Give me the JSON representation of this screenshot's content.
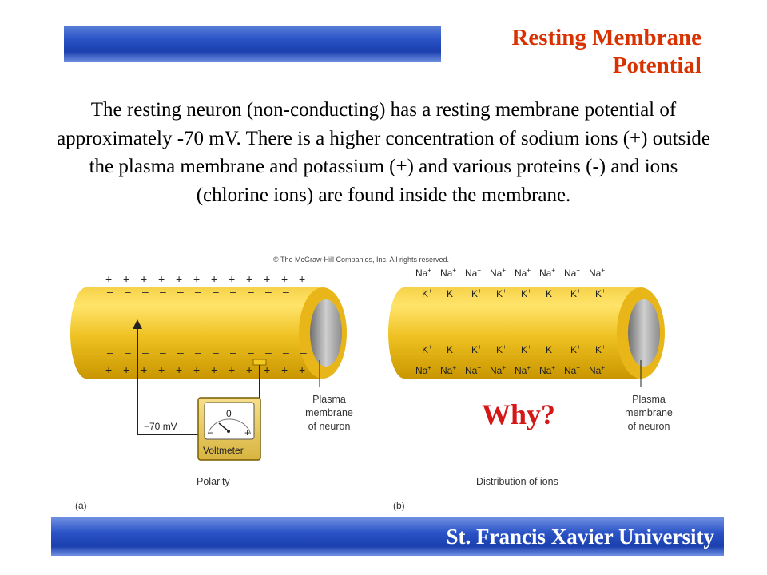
{
  "slide": {
    "title_line1": "Resting Membrane",
    "title_line2": "Potential",
    "body": "The resting neuron (non-conducting) has a resting membrane potential of approximately  -70 mV. There is a higher concentration of sodium ions (+) outside the plasma membrane and potassium (+) and various proteins (-) and ions (chlorine ions) are found inside the membrane.",
    "why_label": "Why?",
    "footer": "St. Francis Xavier University"
  },
  "figure": {
    "copyright": "© The McGraw-Hill Companies, Inc. All rights reserved.",
    "panel_a": {
      "letter": "(a)",
      "caption": "Polarity",
      "voltage_label": "−70 mV",
      "voltmeter_label": "Voltmeter",
      "dial_zero": "0",
      "dial_minus": "−",
      "dial_plus": "+",
      "plasma_label": [
        "Plasma",
        "membrane",
        "of neuron"
      ]
    },
    "panel_b": {
      "letter": "(b)",
      "caption": "Distribution of ions",
      "outside_ion": "Na",
      "inside_ion": "K",
      "plasma_label": [
        "Plasma",
        "membrane",
        "of neuron"
      ]
    }
  },
  "colors": {
    "title": "#d83200",
    "why": "#d41818",
    "bar_blue": "#2a53c6",
    "axon_yellow": "#f1c426"
  }
}
